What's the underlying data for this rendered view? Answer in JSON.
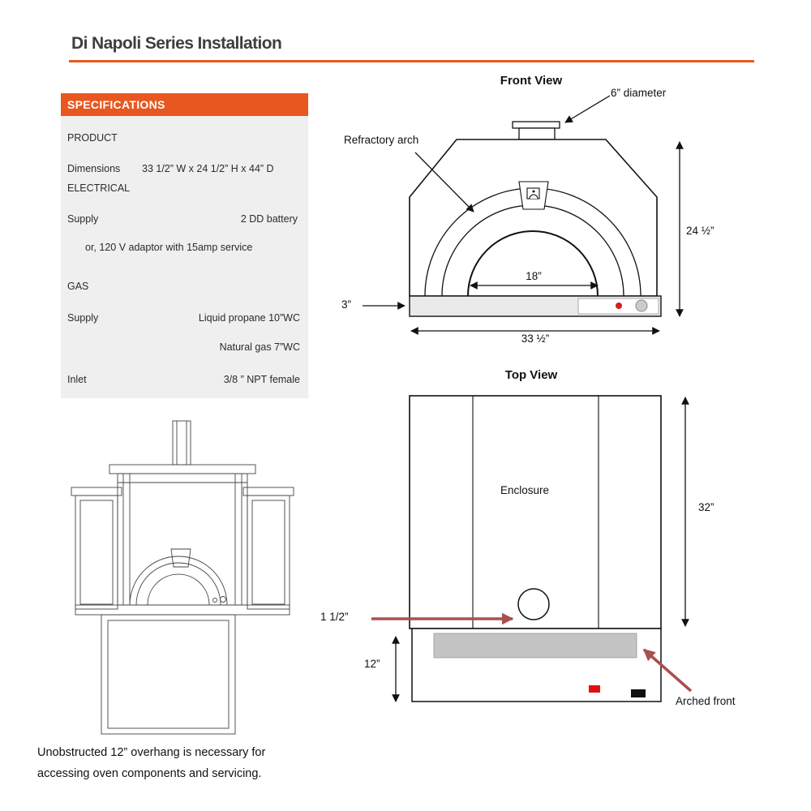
{
  "page": {
    "title": "Di Napoli Series Installation"
  },
  "colors": {
    "accent_orange": "#E8571F",
    "panel_gray": "#EFEFEF",
    "arrow_red": "#A85050",
    "base_gray": "#EAEAEA"
  },
  "specs": {
    "header": "SPECIFICATIONS",
    "product_label": "PRODUCT",
    "dimensions_label": "Dimensions",
    "dimensions_value": "33 1/2” W x  24 1/2” H x 44” D",
    "electrical_label": "ELECTRICAL",
    "supply_label": "Supply",
    "supply_value": "2  DD battery",
    "supply_alt": "or,  120 V adaptor  with 15amp service",
    "gas_label": "GAS",
    "gas_supply_label": "Supply",
    "gas_supply_value": "Liquid propane 10”WC",
    "gas_supply_value2": "Natural gas  7”WC",
    "inlet_label": "Inlet",
    "inlet_value": "3/8 ” NPT female"
  },
  "front_view": {
    "heading": "Front View",
    "label_diameter": "6” diameter",
    "label_refractory": "Refractory arch",
    "dim_opening": "18”",
    "dim_height": "24 ½”",
    "dim_base": "3”",
    "dim_width": "33 ½”"
  },
  "top_view": {
    "heading": "Top View",
    "label_enclosure": "Enclosure",
    "dim_depth": "32”",
    "dim_vent": "1 1/2”",
    "dim_overhang": "12”",
    "label_arched_front": "Arched front"
  },
  "note": {
    "line1": "Unobstructed 12” overhang is necessary for",
    "line2": "accessing oven components and servicing."
  }
}
